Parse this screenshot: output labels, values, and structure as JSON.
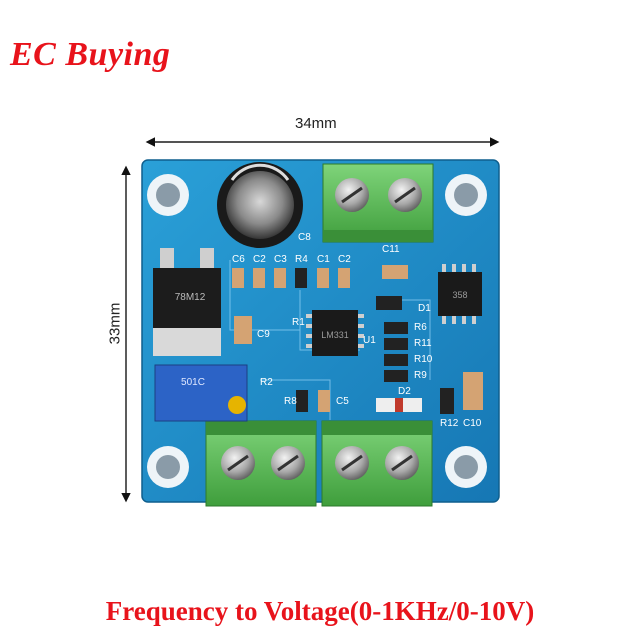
{
  "brand": {
    "text": "EC Buying"
  },
  "dimensions": {
    "width_label": "34mm",
    "height_label": "33mm"
  },
  "caption": {
    "text": "Frequency to Voltage(0-1KHz/0-10V)"
  },
  "board": {
    "silkscreen": [
      "C8",
      "C6",
      "C2",
      "C3",
      "R4",
      "C1",
      "C2",
      "C11",
      "R1",
      "U1",
      "R6",
      "R11",
      "R10",
      "R9",
      "D1",
      "R2",
      "R8",
      "C5",
      "D2",
      "R12",
      "C10",
      "C9"
    ],
    "chips": {
      "regulator": "78M12",
      "ic_main": "LM331",
      "ic_small": "358"
    },
    "potentiometer_marking": "501C",
    "colors": {
      "pcb": "#1f8fc8",
      "terminal": "#5bbf5a",
      "silk": "#ffffff"
    }
  }
}
